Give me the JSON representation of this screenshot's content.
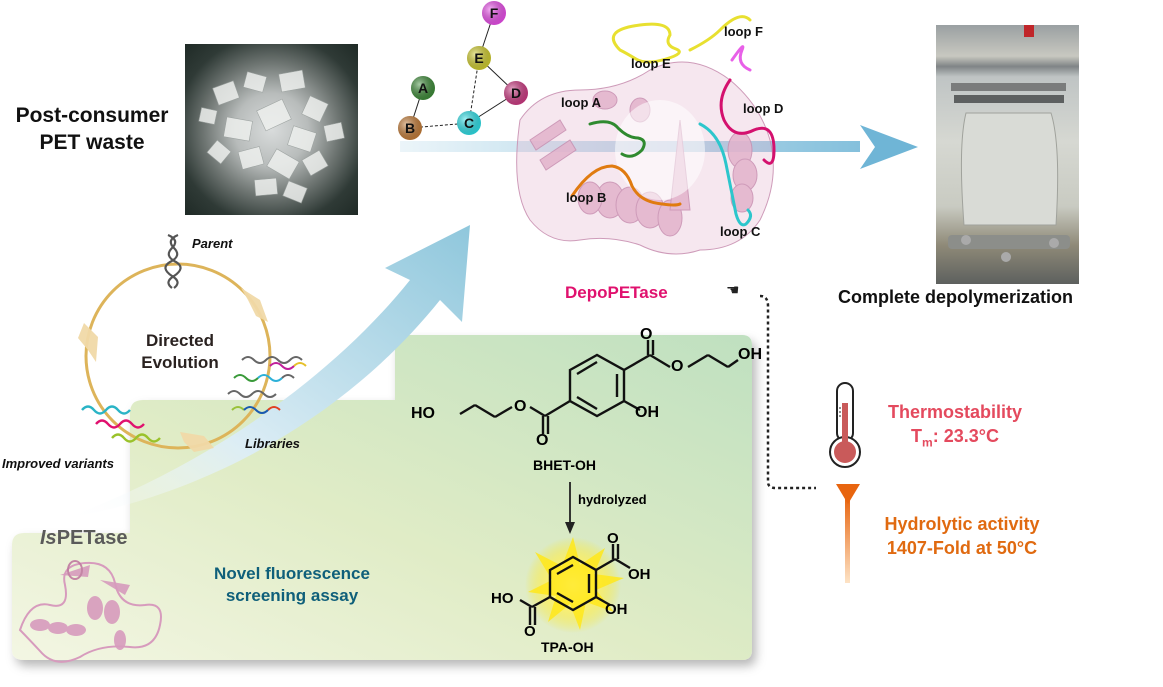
{
  "left": {
    "pet_waste_label_line1": "Post-consumer",
    "pet_waste_label_line2": "PET waste"
  },
  "directed_evolution": {
    "title_line1": "Directed",
    "title_line2": "Evolution",
    "parent_label": "Parent",
    "libraries_label": "Libraries",
    "improved_label": "Improved variants"
  },
  "start_enzyme": {
    "prefix_italic": "Is",
    "suffix": "PETase"
  },
  "loop_network": {
    "nodes": [
      {
        "id": "A",
        "color": "#3f8f3a"
      },
      {
        "id": "B",
        "color": "#c9803a"
      },
      {
        "id": "C",
        "color": "#2fe6ee"
      },
      {
        "id": "D",
        "color": "#d23c86"
      },
      {
        "id": "E",
        "color": "#d6d22f"
      },
      {
        "id": "F",
        "color": "#f050f0"
      }
    ],
    "edges": [
      [
        "A",
        "B"
      ],
      [
        "B",
        "C"
      ],
      [
        "C",
        "E"
      ],
      [
        "C",
        "D"
      ],
      [
        "E",
        "D"
      ],
      [
        "E",
        "F"
      ]
    ]
  },
  "structure_labels": {
    "loop_a": "loop A",
    "loop_b": "loop B",
    "loop_c": "loop C",
    "loop_d": "loop D",
    "loop_e": "loop E",
    "loop_f": "loop F"
  },
  "loop_colors": {
    "loop_a": "#2f8a2f",
    "loop_b": "#e07b10",
    "loop_c": "#2cc6cc",
    "loop_d": "#d4116e",
    "loop_e": "#e8e030",
    "loop_f": "#e860e8",
    "protein": "#e3b3cc"
  },
  "result": {
    "depolymerization_label": "Complete depolymerization",
    "enzyme_name": "DepoPETase",
    "enzyme_color": "#e0116e"
  },
  "assay": {
    "title_line1": "Novel fluorescence",
    "title_line2": "screening assay",
    "title_color": "#0f5f7a",
    "substrate_name": "BHET-OH",
    "reaction_label": "hydrolyzed",
    "product_name": "TPA-OH",
    "atom_ho": "HO",
    "atom_oh": "OH",
    "atom_o": "O"
  },
  "properties": {
    "thermo_title": "Thermostability",
    "thermo_value_prefix": "T",
    "thermo_value_sub": "m",
    "thermo_value": ": 23.3°C",
    "thermo_color": "#e44a5e",
    "activity_title": "Hydrolytic activity",
    "activity_value": "1407-Fold at 50°C",
    "activity_color": "#e06a10"
  }
}
